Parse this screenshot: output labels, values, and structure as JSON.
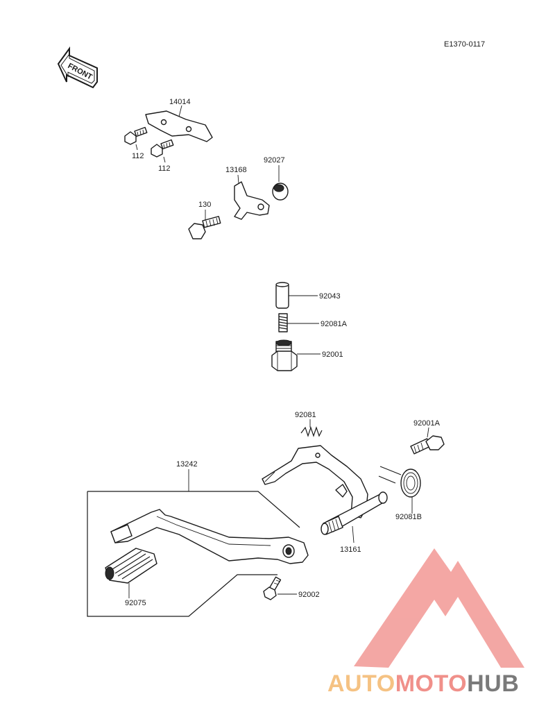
{
  "diagram_code": "E1370-0117",
  "front_label": "FRONT",
  "parts": {
    "p14014": "14014",
    "p112a": "112",
    "p112b": "112",
    "p13168": "13168",
    "p92027": "92027",
    "p130": "130",
    "p92043": "92043",
    "p92081A": "92081A",
    "p92001": "92001",
    "p92081": "92081",
    "p92001A": "92001A",
    "p13242": "13242",
    "p92081B": "92081B",
    "p13161": "13161",
    "p92075": "92075",
    "p92002": "92002"
  },
  "watermark": {
    "part1": "AUTO",
    "part2": "MOTO",
    "part3": "HUB",
    "color1": "#f5c283",
    "color2": "#f0908a",
    "color3": "#7a7a7a",
    "logo_color": "#f08a86"
  }
}
